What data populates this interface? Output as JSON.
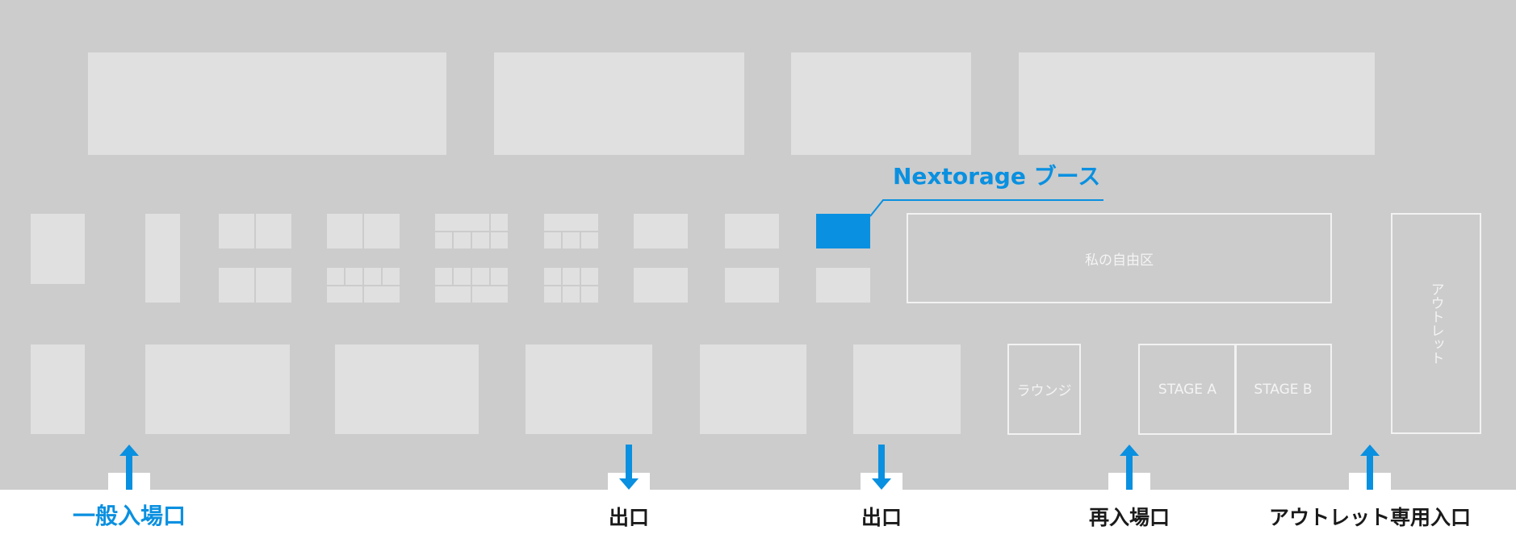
{
  "booth": {
    "label": "Nextorage ブース",
    "color": "#0a90e0"
  },
  "areas": {
    "free_zone": "私の自由区",
    "lounge": "ラウンジ",
    "stage_a": "STAGE A",
    "stage_b": "STAGE B",
    "outlet": "アウトレット"
  },
  "gates": {
    "general_entrance": "一般入場口",
    "exit_1": "出口",
    "exit_2": "出口",
    "reentry": "再入場口",
    "outlet_entrance": "アウトレット専用入口"
  },
  "icons": {
    "entry": "arrow-up-icon",
    "exit": "arrow-down-icon"
  }
}
